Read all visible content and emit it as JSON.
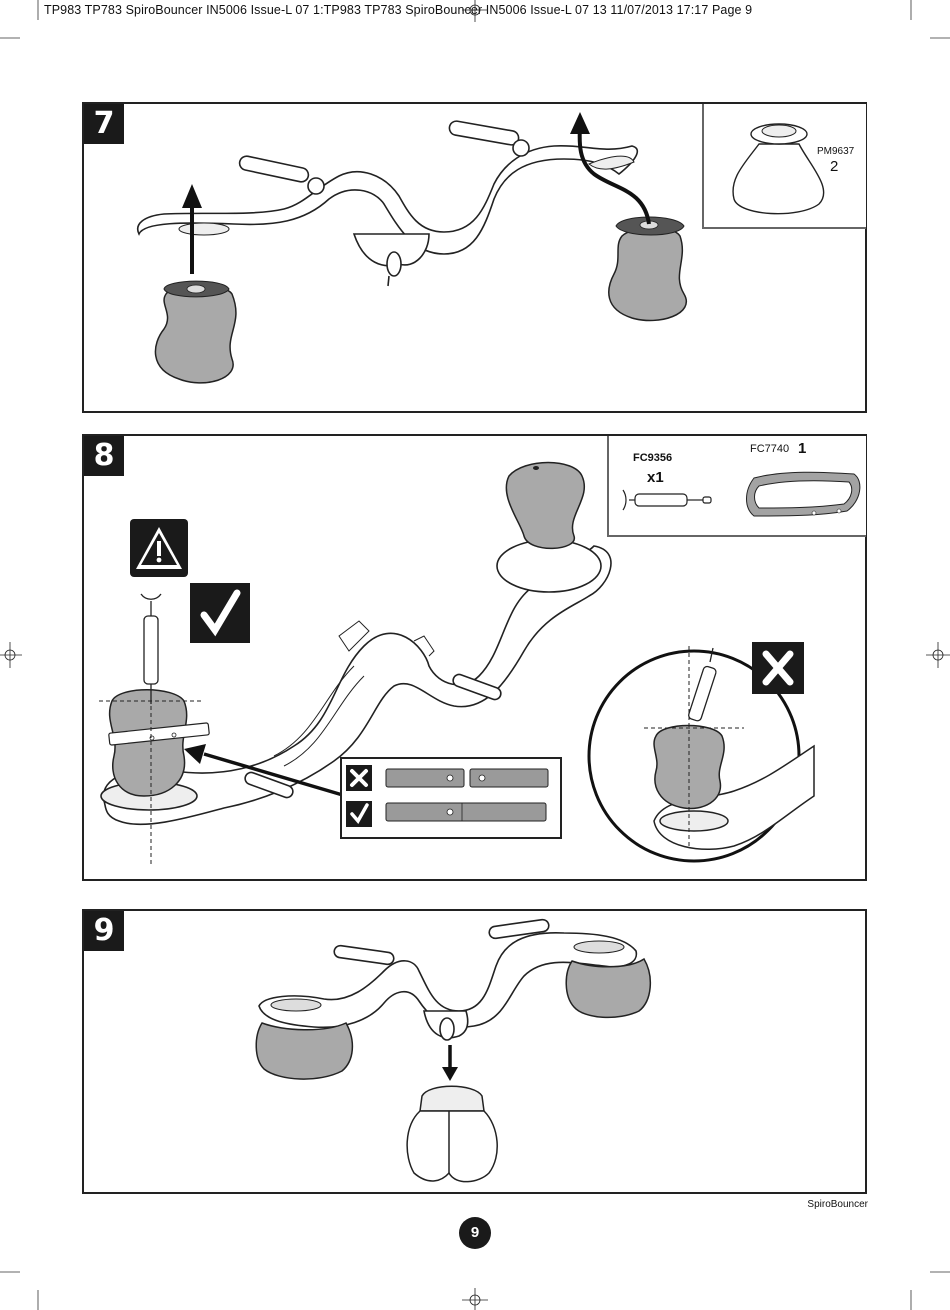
{
  "header": {
    "print_line": "TP983 TP783 SpiroBouncer IN5006 Issue-L 07 1:TP983 TP783 SpiroBouncer IN5006 Issue-L 07 13  11/07/2013  17:17  Page 9"
  },
  "steps": [
    {
      "number": "7",
      "parts": [
        {
          "code": "PM9637",
          "qty": "2"
        }
      ]
    },
    {
      "number": "8",
      "parts": [
        {
          "code": "FC9356",
          "qty": "x1"
        },
        {
          "code": "FC7740",
          "qty": "1"
        }
      ],
      "symbols": {
        "warning": "warning-triangle",
        "correct": "✓",
        "incorrect": "✗"
      }
    },
    {
      "number": "9",
      "parts": []
    }
  ],
  "footer": {
    "brand": "SpiroBouncer",
    "page_number": "9"
  },
  "colors": {
    "ink": "#1a1a1a",
    "ball_grey": "#a9a9a9",
    "strap_grey": "#9a9a9a"
  }
}
